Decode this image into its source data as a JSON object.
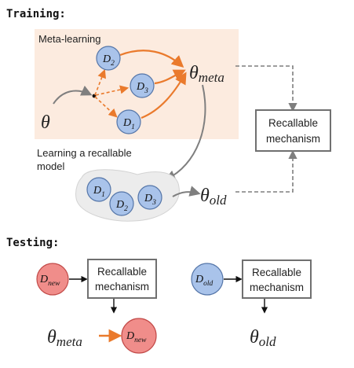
{
  "sections": {
    "training": "Training:",
    "testing": "Testing:"
  },
  "groups": {
    "meta_learning": "Meta-learning",
    "recallable_line1": "Learning a recallable",
    "recallable_line2": "model"
  },
  "boxes": {
    "recallable_line1": "Recallable",
    "recallable_line2": "mechanism"
  },
  "symbols": {
    "theta": "θ",
    "meta": "meta",
    "old": "old",
    "new": "new",
    "D": "D",
    "sub1": "1",
    "sub2": "2",
    "sub3": "3"
  },
  "colors": {
    "node_blue": "#a9c3ea",
    "node_blue_stroke": "#5475a8",
    "node_red": "#f08d8a",
    "node_red_stroke": "#c24a48",
    "orange": "#ea7a2c",
    "gray_arrow": "#7f7f7f",
    "meta_bg": "#fcebdf",
    "blob_bg": "#ececec",
    "box_stroke": "#707070"
  }
}
